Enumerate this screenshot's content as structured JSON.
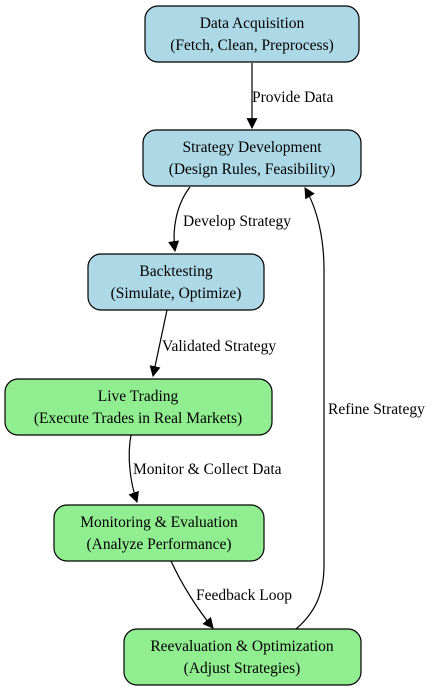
{
  "colors": {
    "blue_fill": "#add8e6",
    "green_fill": "#90ee90",
    "stroke": "#000000",
    "background": "#ffffff"
  },
  "nodes": [
    {
      "id": "data-acquisition",
      "line1": "Data Acquisition",
      "line2": "(Fetch, Clean, Preprocess)",
      "fill": "blue"
    },
    {
      "id": "strategy-development",
      "line1": "Strategy Development",
      "line2": "(Design Rules, Feasibility)",
      "fill": "blue"
    },
    {
      "id": "backtesting",
      "line1": "Backtesting",
      "line2": "(Simulate, Optimize)",
      "fill": "blue"
    },
    {
      "id": "live-trading",
      "line1": "Live Trading",
      "line2": "(Execute Trades in Real Markets)",
      "fill": "green"
    },
    {
      "id": "monitoring-evaluation",
      "line1": "Monitoring & Evaluation",
      "line2": "(Analyze Performance)",
      "fill": "green"
    },
    {
      "id": "reevaluation-optimization",
      "line1": "Reevaluation & Optimization",
      "line2": "(Adjust Strategies)",
      "fill": "green"
    }
  ],
  "edges": [
    {
      "from": "data-acquisition",
      "to": "strategy-development",
      "label": "Provide Data"
    },
    {
      "from": "strategy-development",
      "to": "backtesting",
      "label": "Develop Strategy"
    },
    {
      "from": "backtesting",
      "to": "live-trading",
      "label": "Validated Strategy"
    },
    {
      "from": "live-trading",
      "to": "monitoring-evaluation",
      "label": "Monitor & Collect Data"
    },
    {
      "from": "monitoring-evaluation",
      "to": "reevaluation-optimization",
      "label": "Feedback Loop"
    },
    {
      "from": "reevaluation-optimization",
      "to": "strategy-development",
      "label": "Refine Strategy"
    }
  ]
}
